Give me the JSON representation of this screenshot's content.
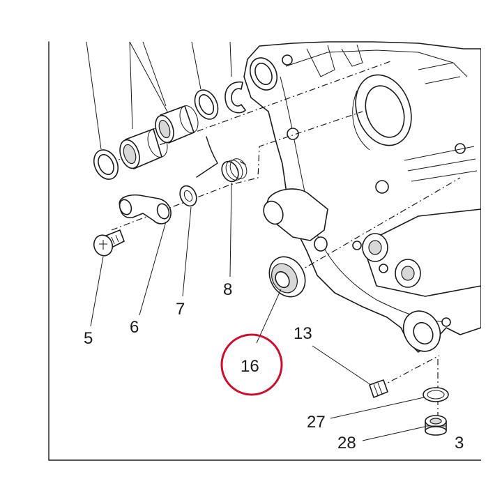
{
  "callouts": [
    {
      "id": "5",
      "label": "5"
    },
    {
      "id": "6",
      "label": "6"
    },
    {
      "id": "7",
      "label": "7"
    },
    {
      "id": "8",
      "label": "8"
    },
    {
      "id": "13",
      "label": "13"
    },
    {
      "id": "16",
      "label": "16"
    },
    {
      "id": "27",
      "label": "27"
    },
    {
      "id": "28",
      "label": "28"
    },
    {
      "id": "edge",
      "label": "3"
    }
  ],
  "highlight": {
    "target": "16",
    "color": "#c8102e"
  },
  "colors": {
    "line": "#1a1a1a",
    "background": "#ffffff"
  }
}
